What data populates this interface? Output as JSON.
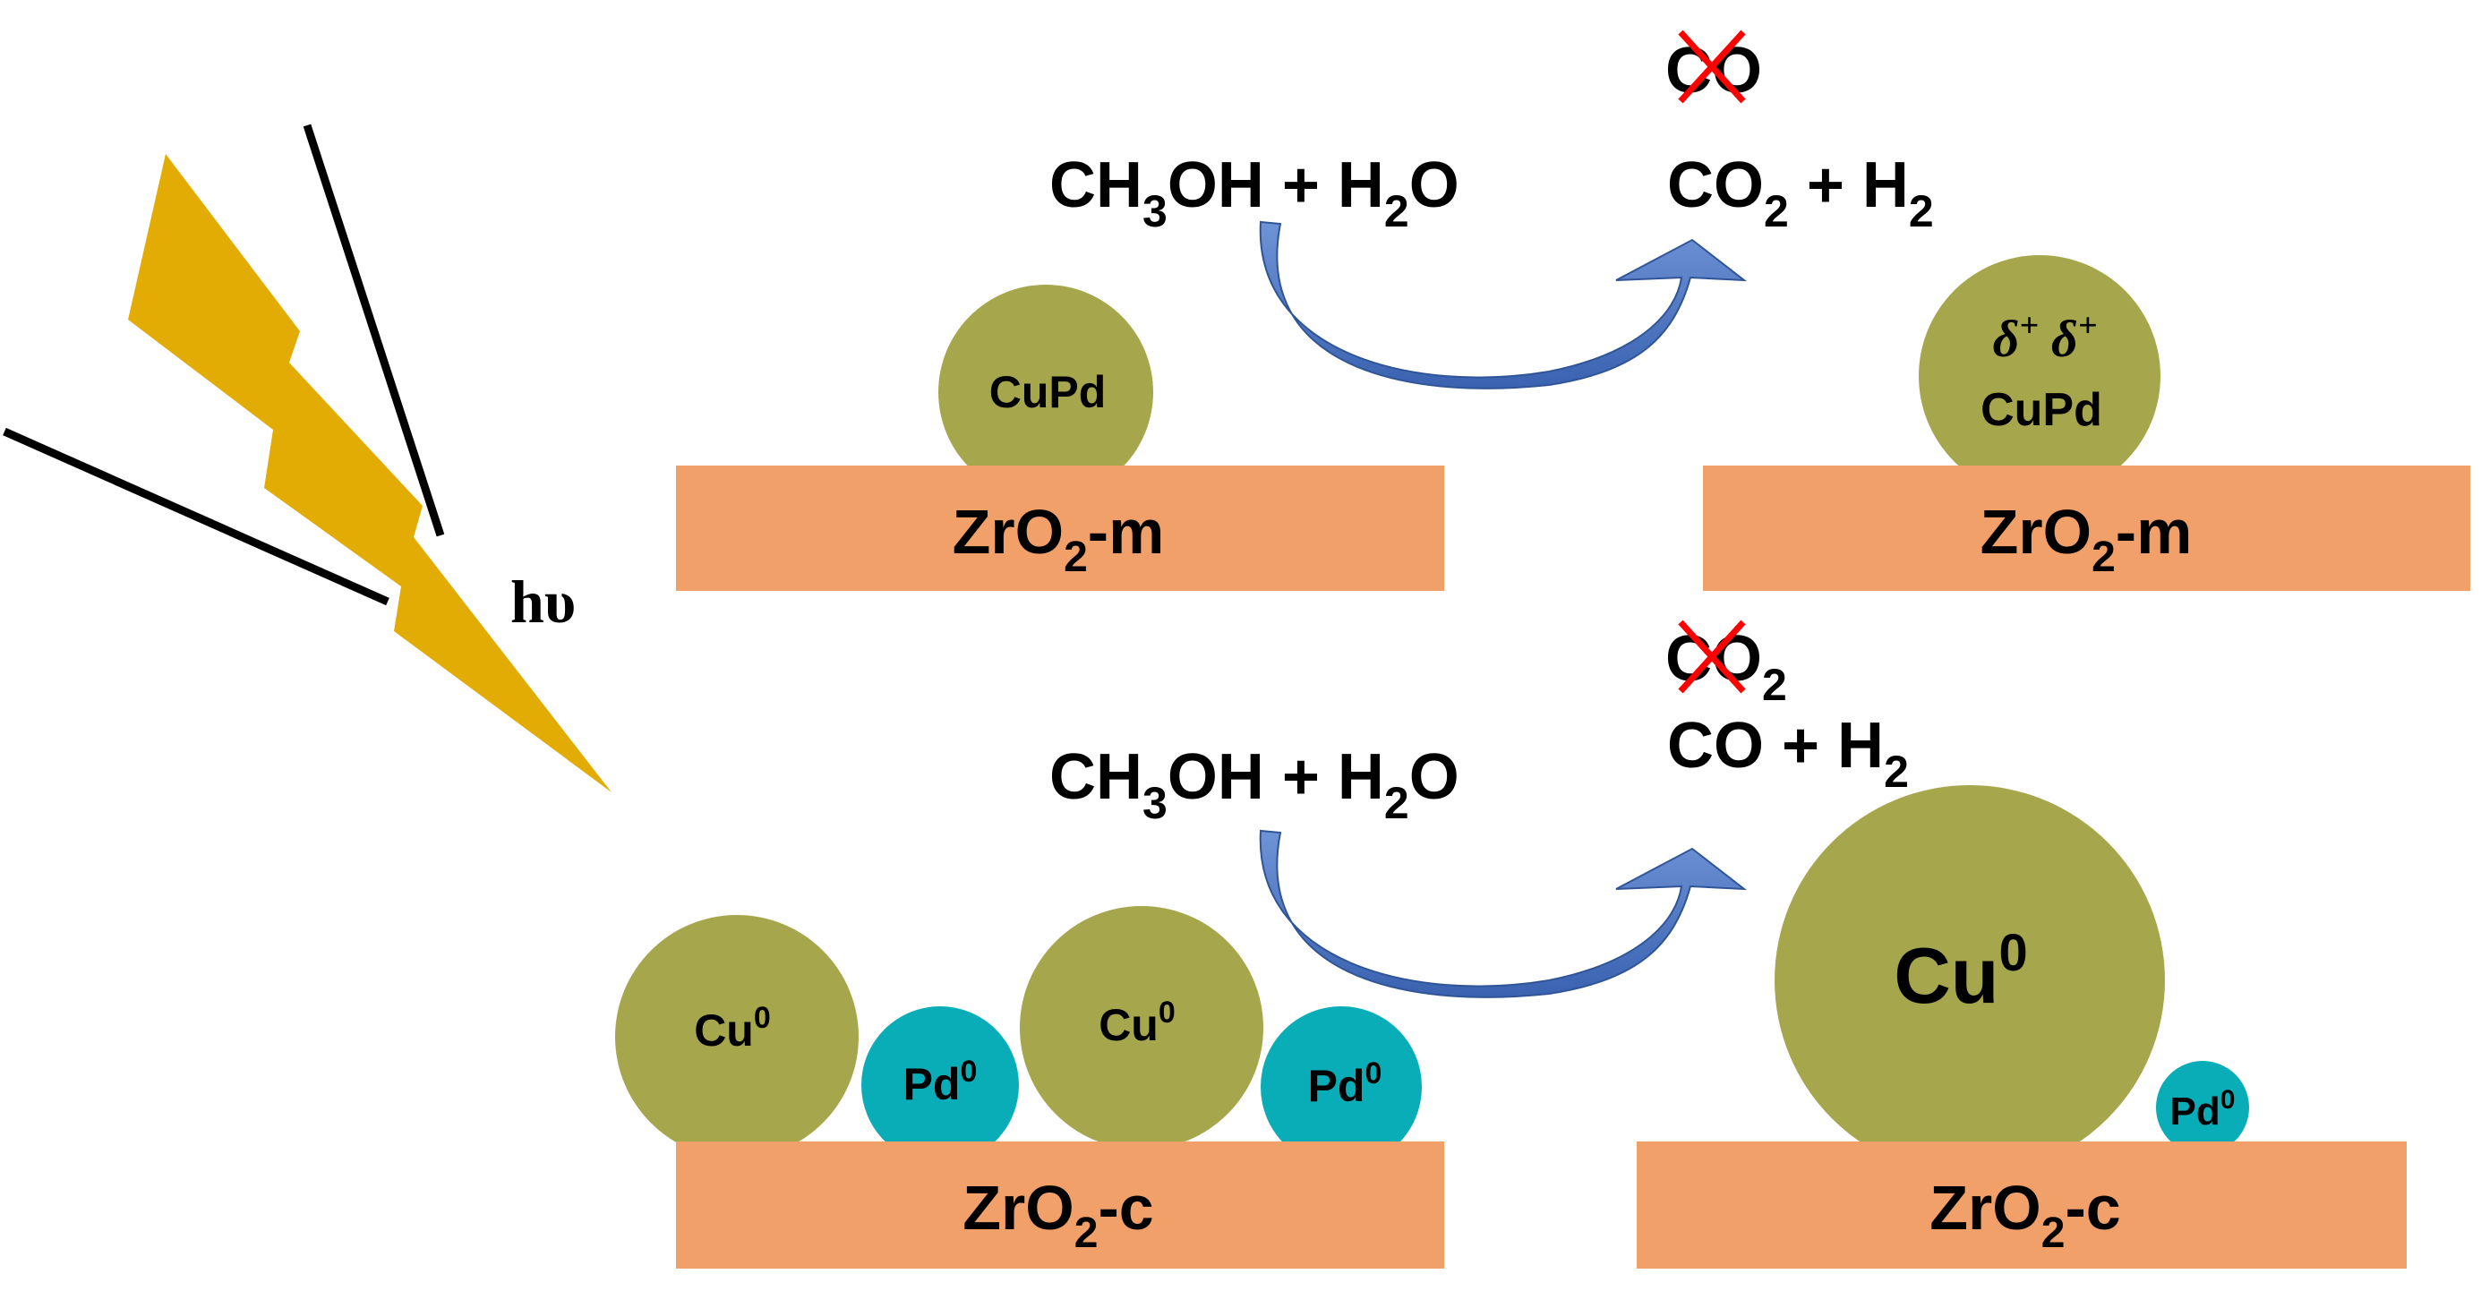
{
  "light_label": "hυ",
  "top": {
    "reactants": {
      "a": "CH",
      "a_sub": "3",
      "b": "OH + H",
      "b_sub": "2",
      "c": "O"
    },
    "suppressed_product": "CO",
    "products": {
      "a": "CO",
      "a_sub": "2",
      "b": " + H",
      "b_sub": "2"
    },
    "left_particle": "CuPd",
    "right_particle": "CuPd",
    "right_particle_charge": {
      "s1": "δ",
      "s1_sup": "+",
      "s2": "δ",
      "s2_sup": "+"
    },
    "support_left": {
      "a": "ZrO",
      "a_sub": "2",
      "b": "-m"
    },
    "support_right": {
      "a": "ZrO",
      "a_sub": "2",
      "b": "-m"
    }
  },
  "bottom": {
    "reactants": {
      "a": "CH",
      "a_sub": "3",
      "b": "OH + H",
      "b_sub": "2",
      "c": "O"
    },
    "suppressed_product": {
      "a": "CO",
      "a_sub": "2"
    },
    "products": {
      "a": "CO + H",
      "a_sub": "2"
    },
    "left_particles": [
      {
        "a": "Cu",
        "sup": "0"
      },
      {
        "a": "Pd",
        "sup": "0"
      },
      {
        "a": "Cu",
        "sup": "0"
      },
      {
        "a": "Pd",
        "sup": "0"
      }
    ],
    "right_particles": [
      {
        "a": "Cu",
        "sup": "0"
      },
      {
        "a": "Pd",
        "sup": "0"
      }
    ],
    "support_left": {
      "a": "ZrO",
      "a_sub": "2",
      "b": "-c"
    },
    "support_right": {
      "a": "ZrO",
      "a_sub": "2",
      "b": "-c"
    }
  },
  "colors": {
    "support": "#F1A06A",
    "cu_particle": "#A6A74D",
    "pd_particle": "#08ADB7",
    "arrow": "#4472C4",
    "lightning": "#E2AC04",
    "cross": "#FF0000"
  }
}
